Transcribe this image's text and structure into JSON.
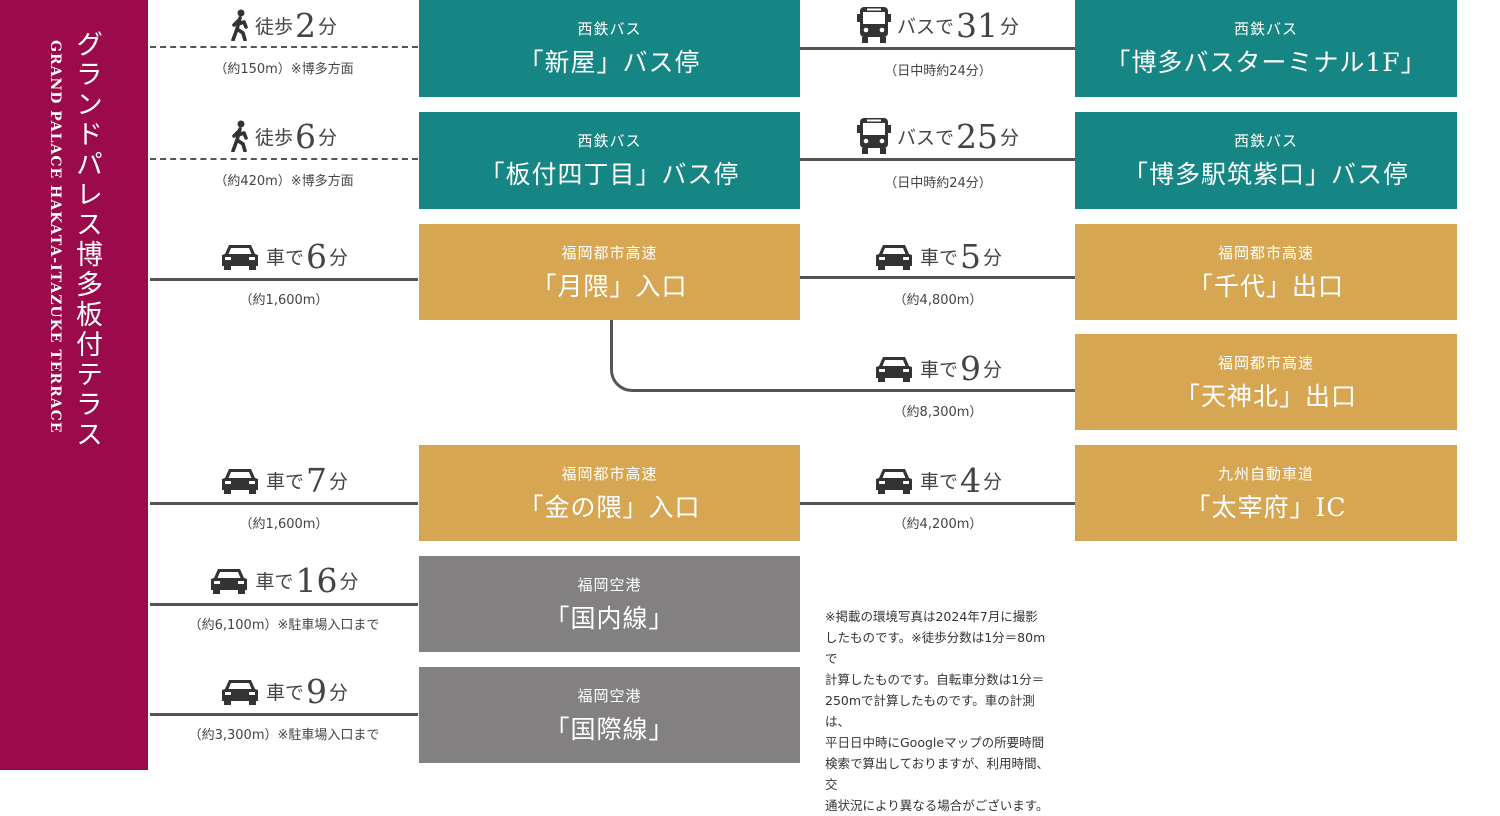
{
  "origin": {
    "title": "グランドパレス博多板付テラス",
    "subtitle": "GRAND PALACE HAKATA-ITAZUKE TERRACE"
  },
  "colors": {
    "origin": "#9b0a4a",
    "bus": "#168684",
    "highway": "#d7a653",
    "airport": "#828080",
    "line": "#555555"
  },
  "rows": [
    {
      "mode_icon": "walk-icon",
      "pre": "徒歩",
      "num": "2",
      "unit": "分",
      "sub": "（約150m）※博多方面",
      "dest": {
        "small": "西鉄バス",
        "big": "「新屋」バス停"
      }
    },
    {
      "mode_icon": "walk-icon",
      "pre": "徒歩",
      "num": "6",
      "unit": "分",
      "sub": "（約420m）※博多方面",
      "dest": {
        "small": "西鉄バス",
        "big": "「板付四丁目」バス停"
      }
    },
    {
      "mode_icon": "car-icon",
      "pre": "車で",
      "num": "6",
      "unit": "分",
      "sub": "（約1,600m）",
      "dest": {
        "small": "福岡都市高速",
        "big": "「月隈」入口"
      }
    },
    {
      "mode_icon": "car-icon",
      "pre": "車で",
      "num": "7",
      "unit": "分",
      "sub": "（約1,600m）",
      "dest": {
        "small": "福岡都市高速",
        "big": "「金の隈」入口"
      }
    },
    {
      "mode_icon": "car-icon",
      "pre": "車で",
      "num": "16",
      "unit": "分",
      "sub": "（約6,100m）※駐車場入口まで",
      "dest": {
        "small": "福岡空港",
        "big": "「国内線」"
      }
    },
    {
      "mode_icon": "car-icon",
      "pre": "車で",
      "num": "9",
      "unit": "分",
      "sub": "（約3,300m）※駐車場入口まで",
      "dest": {
        "small": "福岡空港",
        "big": "「国際線」"
      }
    }
  ],
  "second_leg": [
    {
      "mode_icon": "bus-icon",
      "pre": "バスで",
      "num": "31",
      "unit": "分",
      "sub": "（日中時約24分）",
      "dest": {
        "small": "西鉄バス",
        "big": "「博多バスターミナル1F」"
      }
    },
    {
      "mode_icon": "bus-icon",
      "pre": "バスで",
      "num": "25",
      "unit": "分",
      "sub": "（日中時約24分）",
      "dest": {
        "small": "西鉄バス",
        "big": "「博多駅筑紫口」バス停"
      }
    },
    {
      "mode_icon": "car-icon",
      "pre": "車で",
      "num": "5",
      "unit": "分",
      "sub": "（約4,800m）",
      "dest": {
        "small": "福岡都市高速",
        "big": "「千代」出口"
      }
    },
    {
      "mode_icon": "car-icon",
      "pre": "車で",
      "num": "9",
      "unit": "分",
      "sub": "（約8,300m）",
      "dest": {
        "small": "福岡都市高速",
        "big": "「天神北」出口"
      }
    },
    {
      "mode_icon": "car-icon",
      "pre": "車で",
      "num": "4",
      "unit": "分",
      "sub": "（約4,200m）",
      "dest": {
        "small": "九州自動車道",
        "big": "「太宰府」IC"
      }
    }
  ],
  "note": [
    "※掲載の環境写真は2024年7月に撮影",
    "したものです。※徒歩分数は1分＝80mで",
    "計算したものです。自転車分数は1分＝",
    "250mで計算したものです。車の計測は、",
    "平日日中時にGoogleマップの所要時間",
    "検索で算出しておりますが、利用時間、交",
    "通状況により異なる場合がございます。"
  ]
}
